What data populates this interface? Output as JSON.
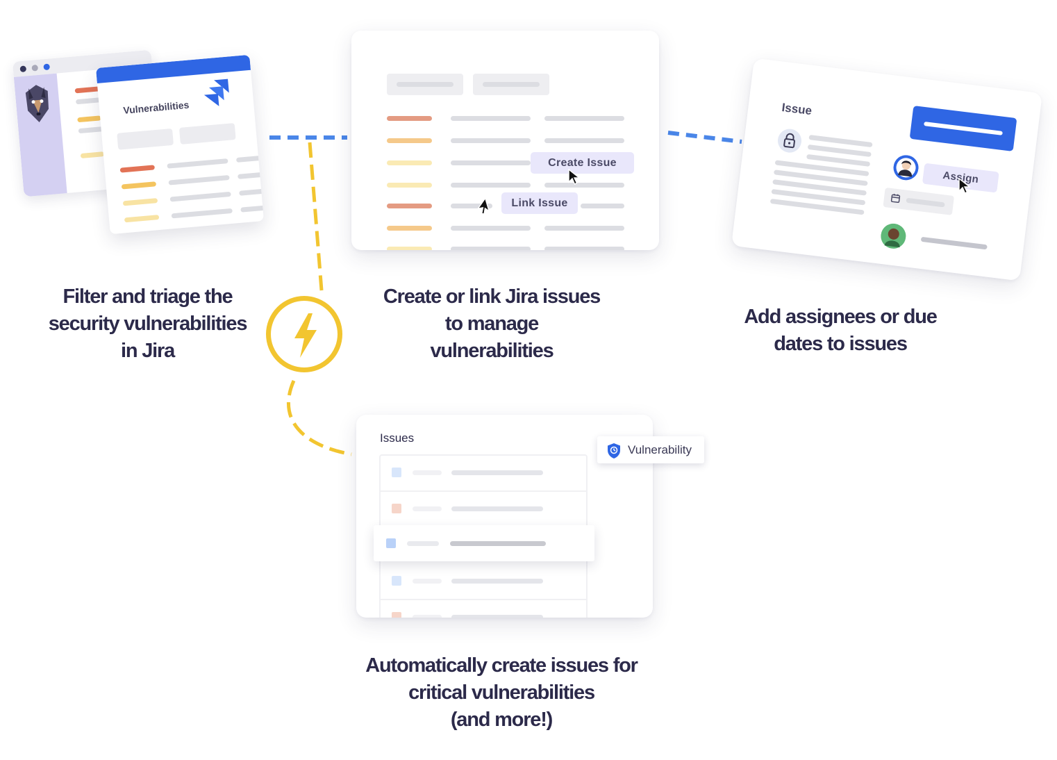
{
  "captions": {
    "filter": [
      "Filter and triage the",
      "security vulnerabilities",
      "in Jira"
    ],
    "create": [
      "Create or link Jira issues",
      "to manage",
      "vulnerabilities"
    ],
    "assign": [
      "Add assignees or due",
      "dates to issues"
    ],
    "auto": [
      "Automatically create issues for",
      "critical vulnerabilities",
      "(and more!)"
    ]
  },
  "snyk_card": {
    "title": "Vulnerabilities"
  },
  "issue_table_card": {
    "create_label": "Create Issue",
    "link_label": "Link Issue"
  },
  "assign_card": {
    "title": "Issue",
    "assign_label": "Assign"
  },
  "issues_card": {
    "title": "Issues",
    "tag_label": "Vulnerability"
  },
  "colors": {
    "text": "#2c2a4a",
    "jira_blue": "#2f66e4",
    "automation_yellow": "#f2c530",
    "connector_blue": "#4a86e8",
    "severity_red": "#e27356",
    "severity_orange": "#f4c45f",
    "severity_yellow": "#f8e3a3",
    "pill_lavender": "#e9e7fb"
  },
  "icons": [
    "doberman-logo-icon",
    "jira-logo-icon",
    "lock-icon",
    "lightning-bolt-icon",
    "shield-icon",
    "calendar-icon",
    "cursor-icon",
    "avatar-icon"
  ]
}
